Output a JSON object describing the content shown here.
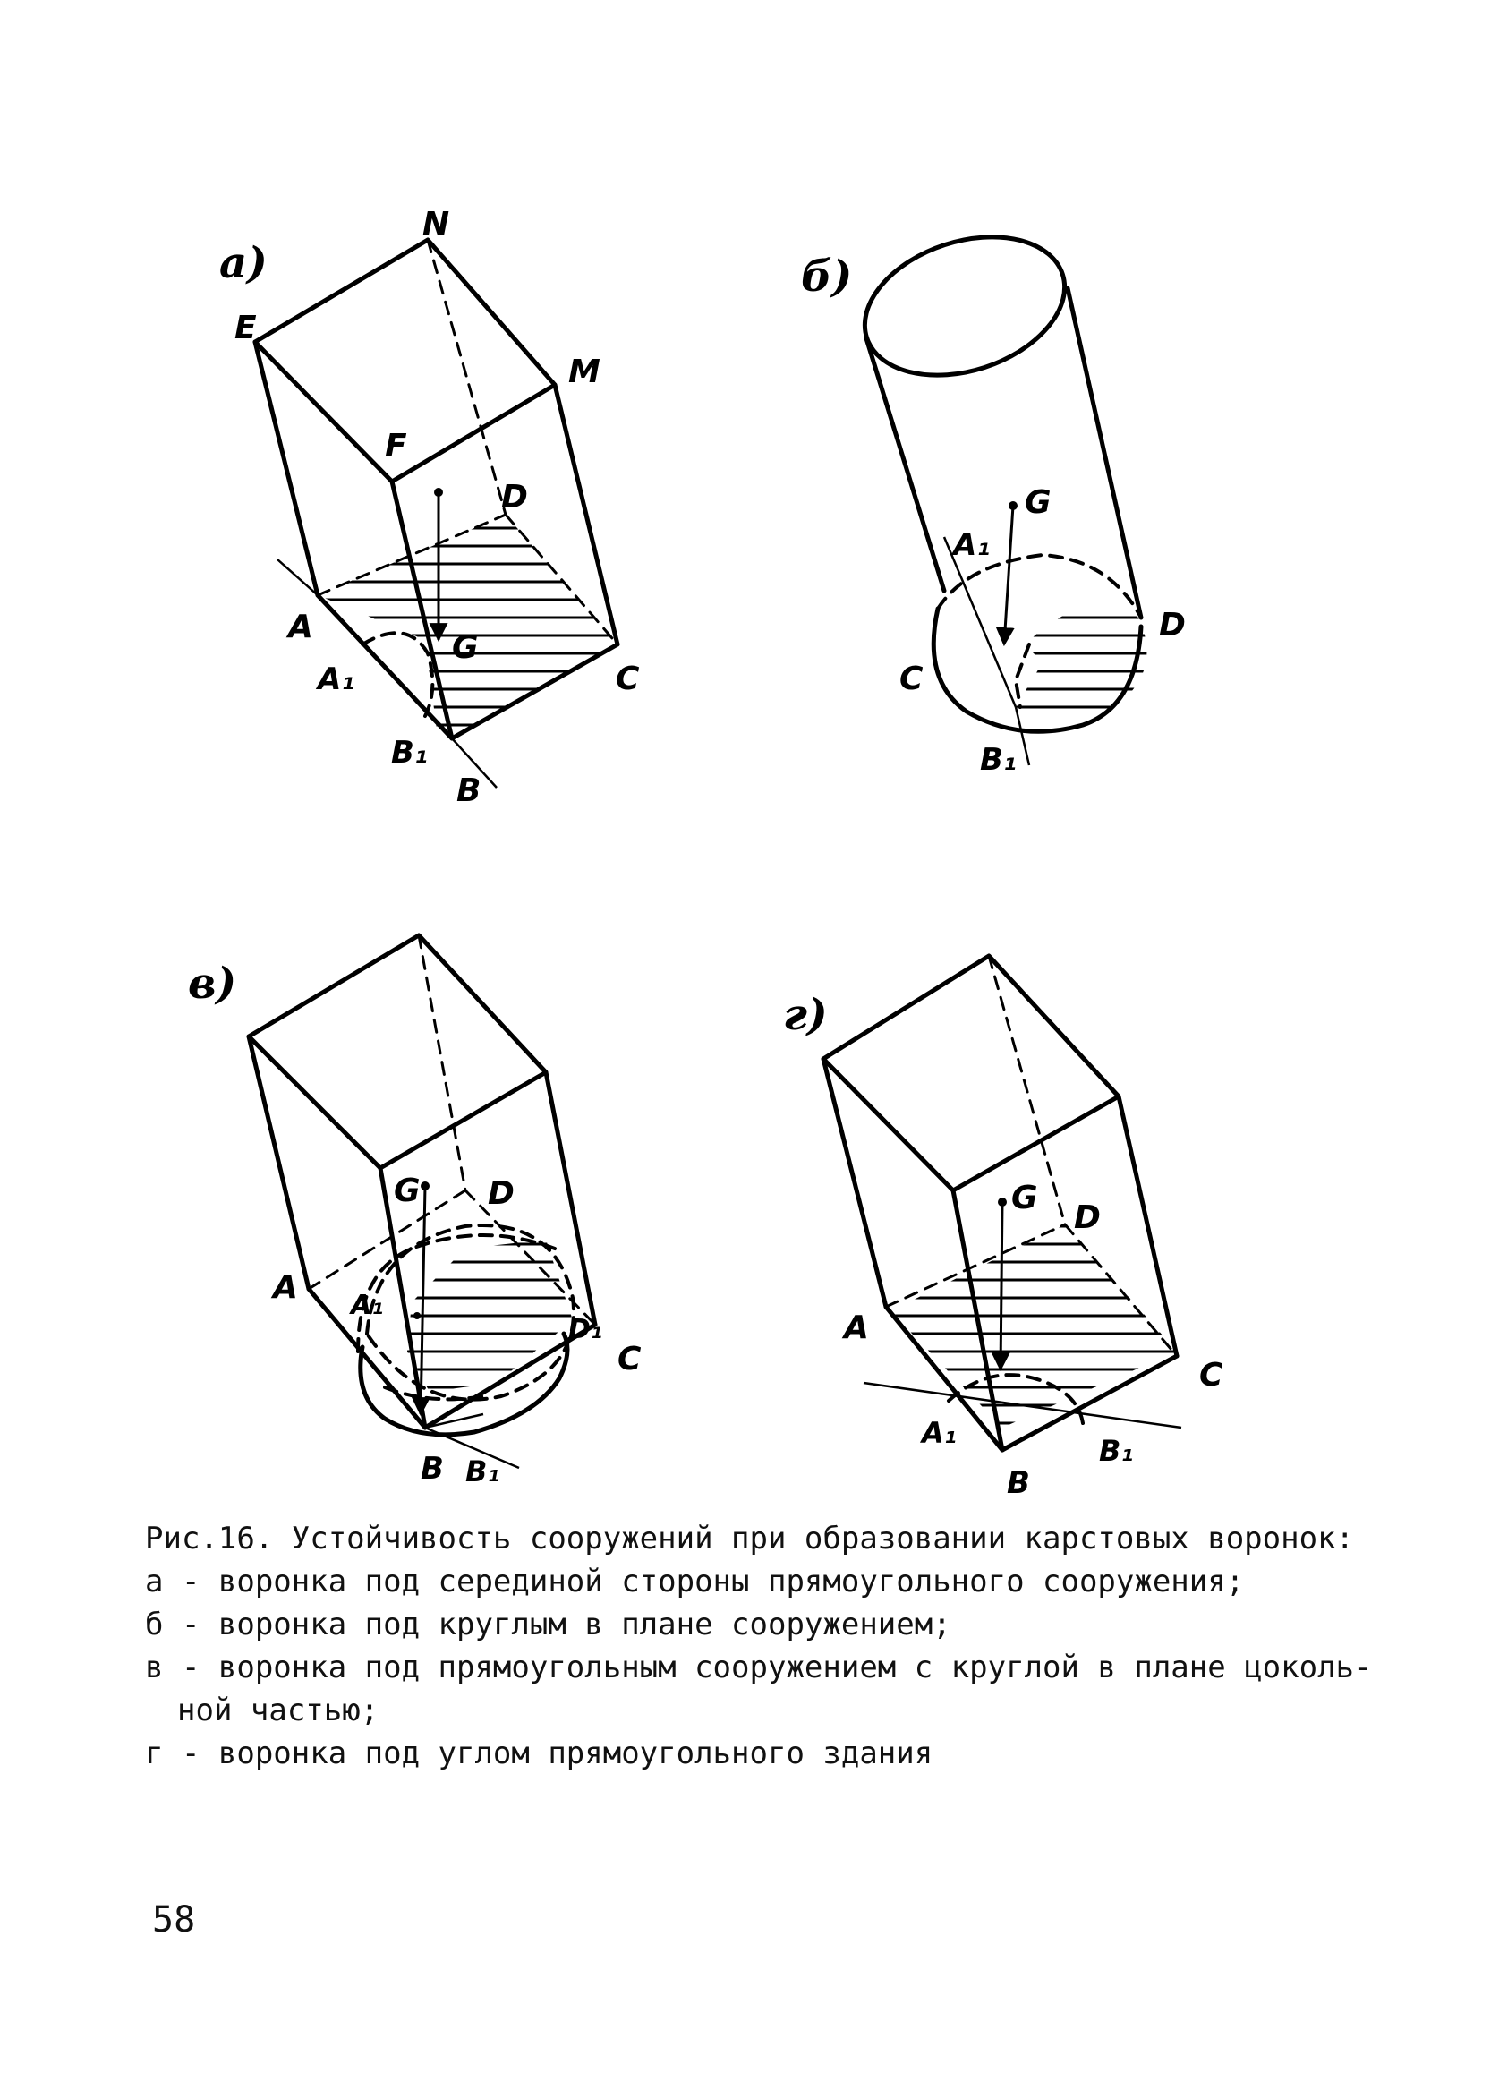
{
  "panels": {
    "a": {
      "label": "а)",
      "vertices": {
        "N": "N",
        "E": "E",
        "M": "M",
        "F": "F",
        "D": "D",
        "A": "A",
        "G": "G",
        "A1": "A₁",
        "C": "C",
        "B1": "B₁",
        "B": "B"
      }
    },
    "b": {
      "label": "б)",
      "vertices": {
        "G": "G",
        "A1": "A₁",
        "D": "D",
        "C": "C",
        "B1": "B₁"
      }
    },
    "v": {
      "label": "в)",
      "vertices": {
        "G": "G",
        "D": "D",
        "A": "A",
        "A1": "A₁",
        "D1": "D₁",
        "C": "C",
        "B": "B",
        "B1": "B₁"
      }
    },
    "g": {
      "label": "г)",
      "vertices": {
        "G": "G",
        "D": "D",
        "A": "A",
        "C": "C",
        "A1": "A₁",
        "B1": "B₁",
        "B": "B"
      }
    }
  },
  "caption": {
    "title": "Рис.16. Устойчивость сооружений при образовании карстовых воронок:",
    "items": [
      "а - воронка под серединой стороны прямоугольного сооружения;",
      "б - воронка под круглым в плане сооружением;",
      "в - воронка под прямоугольным сооружением с круглой в плане цокольной частью;",
      "г - воронка под углом прямоугольного здания"
    ],
    "item_v_line1": "в - воронка под прямоугольным сооружением с круглой в плане цоколь-",
    "item_v_line2": "ной частью;"
  },
  "page_number": "58"
}
